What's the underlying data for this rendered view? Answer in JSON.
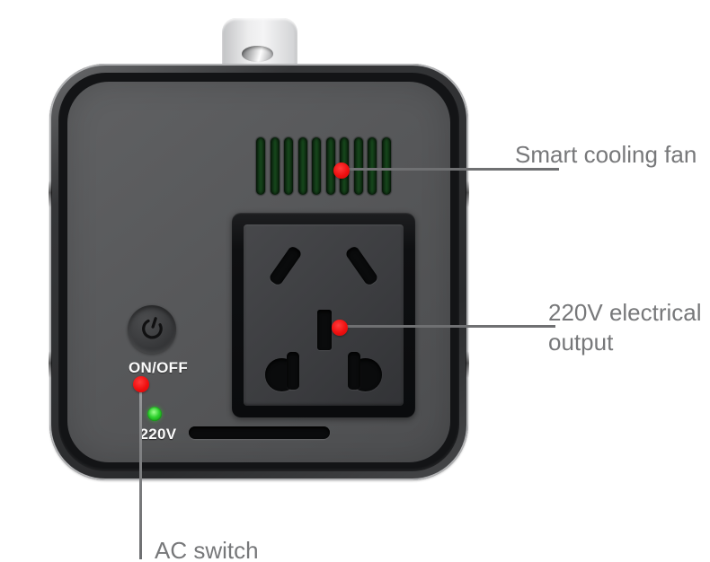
{
  "device": {
    "vent": {
      "slat_count": 10,
      "slat_color": "#17471c"
    },
    "power_button": {
      "label": "ON/OFF",
      "icon": "power-symbol"
    },
    "led": {
      "label": "220V",
      "color": "#2ed12e",
      "state": "on"
    }
  },
  "annotations": {
    "accent_color": "#ee0f0f",
    "line_color": "#6f7072",
    "text_color": "#77787a",
    "fan": {
      "label": "Smart cooling fan"
    },
    "output": {
      "label_line1": "220V electrical",
      "label_line2": "output"
    },
    "switch": {
      "label": "AC switch"
    }
  }
}
